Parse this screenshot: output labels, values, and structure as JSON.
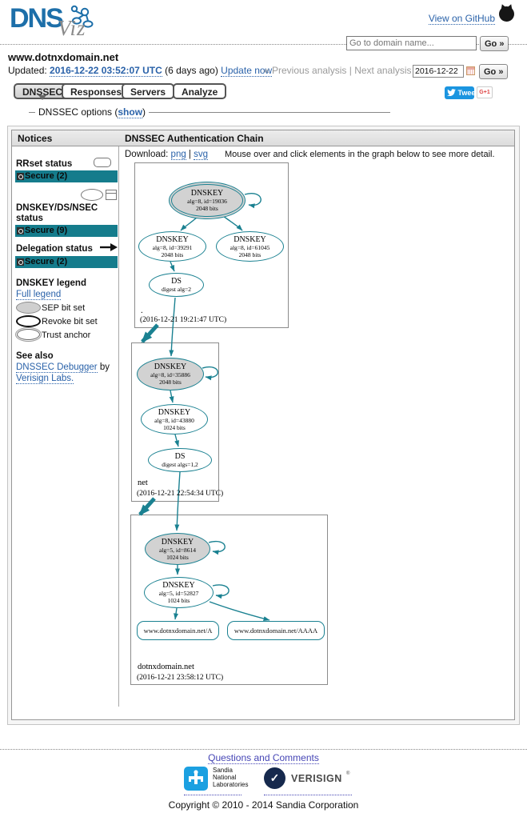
{
  "colors": {
    "secure_teal": "#157C8C",
    "edge_teal": "#1A8191",
    "link_blue": "#2A62A9",
    "tweet_blue": "#1B95E0",
    "footer_link": "#4545B5",
    "sandia_blue": "#1BA0E1",
    "verisign_navy": "#16294D"
  },
  "header": {
    "logo_dns": "DNS",
    "logo_viz": "Viz",
    "github_link": "View on GitHub",
    "search_placeholder": "Go to domain name...",
    "search_go": "Go »"
  },
  "title_bar": {
    "domain": "www.dotnxdomain.net",
    "updated_label": "Updated:",
    "updated_time": "2016-12-22 03:52:07 UTC",
    "updated_ago": " (6 days ago) ",
    "update_now": "Update now",
    "prev": "« Previous analysis",
    "sep": " | ",
    "next": "Next analysis »",
    "date_value": "2016-12-22",
    "go": "Go »"
  },
  "tabs": [
    {
      "label": "DNSSEC",
      "active": true
    },
    {
      "label": "Responses",
      "active": false
    },
    {
      "label": "Servers",
      "active": false
    },
    {
      "label": "Analyze",
      "active": false
    }
  ],
  "social": {
    "tweet": "Tweet",
    "gplus": "G+1"
  },
  "options": {
    "prefix": "DNSSEC options (",
    "show": "show",
    "suffix": ")"
  },
  "panel": {
    "notices_header": "Notices",
    "chain_header": "DNSSEC Authentication Chain",
    "download_label": "Download: ",
    "png": "png",
    "pipe": " | ",
    "svg": "svg",
    "instruction": "Mouse over and click elements in the graph below to see more detail."
  },
  "notices": {
    "rrset": {
      "title": "RRset status",
      "secure": "Secure (2)"
    },
    "dnskey_ds_nsec": {
      "title": "DNSKEY/DS/NSEC status",
      "secure": "Secure (9)"
    },
    "delegation": {
      "title": "Delegation status",
      "secure": "Secure (2)"
    },
    "legend": {
      "title": "DNSKEY legend",
      "full_legend": "Full legend",
      "sep": "SEP bit set",
      "revoke": "Revoke bit set",
      "trust": "Trust anchor"
    },
    "see_also": {
      "title": "See also",
      "debugger_link": "DNSSEC Debugger",
      "by": " by ",
      "verisign_link": "Verisign Labs."
    }
  },
  "graph": {
    "zones": [
      {
        "name": ".",
        "timestamp": "(2016-12-21 19:21:47 UTC)",
        "keys": [
          {
            "t": "DNSKEY",
            "a": "alg=8, id=19036",
            "b": "2048 bits"
          },
          {
            "t": "DNSKEY",
            "a": "alg=8, id=39291",
            "b": "2048 bits"
          },
          {
            "t": "DNSKEY",
            "a": "alg=8, id=61045",
            "b": "2048 bits"
          },
          {
            "t": "DS",
            "a": "digest alg=2"
          }
        ]
      },
      {
        "name": "net",
        "timestamp": "(2016-12-21 22:54:34 UTC)",
        "keys": [
          {
            "t": "DNSKEY",
            "a": "alg=8, id=35886",
            "b": "2048 bits"
          },
          {
            "t": "DNSKEY",
            "a": "alg=8, id=43880",
            "b": "1024 bits"
          },
          {
            "t": "DS",
            "a": "digest algs=1,2"
          }
        ]
      },
      {
        "name": "dotnxdomain.net",
        "timestamp": "(2016-12-21 23:58:12 UTC)",
        "keys": [
          {
            "t": "DNSKEY",
            "a": "alg=5, id=8614",
            "b": "1024 bits"
          },
          {
            "t": "DNSKEY",
            "a": "alg=5, id=52827",
            "b": "1024 bits"
          }
        ],
        "rrsets": [
          "www.dotnxdomain.net/A",
          "www.dotnxdomain.net/AAAA"
        ]
      }
    ]
  },
  "footer": {
    "questions": "Questions and Comments",
    "sandia_line1": "Sandia",
    "sandia_line2": "National",
    "sandia_line3": "Laboratories",
    "verisign": "VERISIGN",
    "verisign_reg": "®",
    "copyright": "Copyright © 2010 - 2014 Sandia Corporation"
  }
}
